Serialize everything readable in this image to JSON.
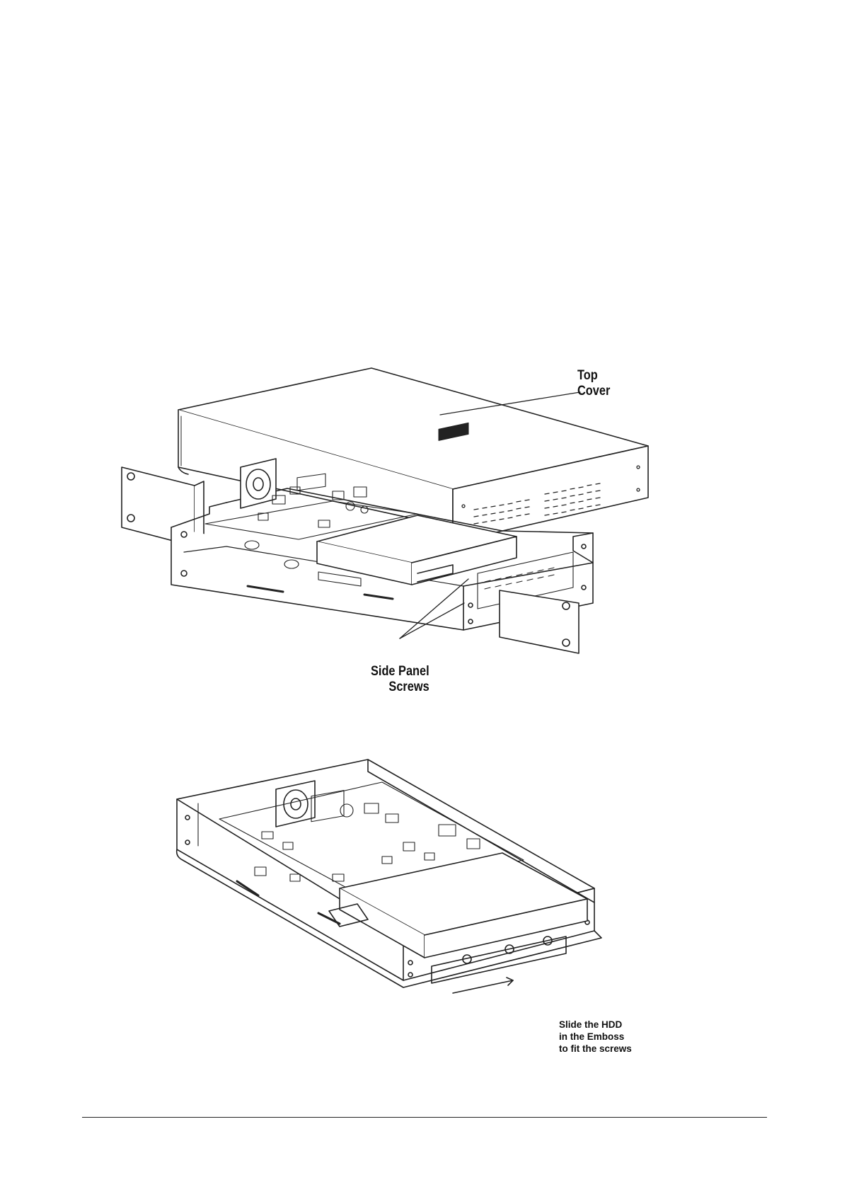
{
  "figure_top": {
    "label_top_cover_line1": "Top",
    "label_top_cover_line2": "Cover",
    "label_side_panel_line1": "Side Panel",
    "label_side_panel_line2": "Screws"
  },
  "figure_bottom": {
    "label_hdd_line1": "Slide the HDD",
    "label_hdd_line2": "in the Emboss",
    "label_hdd_line3": "to fit the screws"
  }
}
